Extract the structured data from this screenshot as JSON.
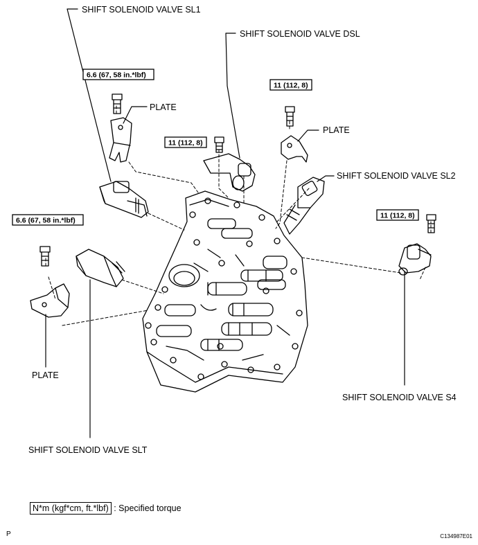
{
  "labels": {
    "sl1": "SHIFT SOLENOID VALVE SL1",
    "dsl": "SHIFT SOLENOID VALVE DSL",
    "sl2": "SHIFT SOLENOID VALVE SL2",
    "s4": "SHIFT SOLENOID VALVE S4",
    "slt": "SHIFT SOLENOID VALVE SLT",
    "plate_top": "PLATE",
    "plate_right": "PLATE",
    "plate_left": "PLATE"
  },
  "torques": {
    "sl1": "6.6 (67, 58 in.*lbf)",
    "left": "6.6 (67, 58 in.*lbf)",
    "dsl": "11 (112, 8)",
    "plate": "11 (112, 8)",
    "s4": "11 (112, 8)"
  },
  "legend": {
    "unit": "N*m (kgf*cm, ft.*lbf)",
    "text": ": Specified torque"
  },
  "footer": {
    "page_mark": "P",
    "figure_code": "C134987E01"
  }
}
